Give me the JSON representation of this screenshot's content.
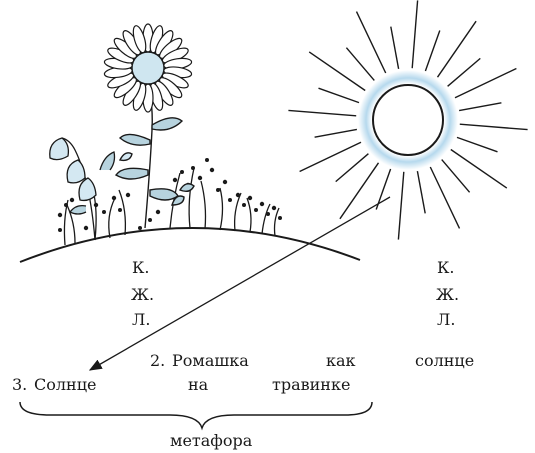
{
  "flower_side": {
    "labels": [
      "К.",
      "Ж.",
      "Л."
    ]
  },
  "sun_side": {
    "labels": [
      "К.",
      "Ж.",
      "Л."
    ]
  },
  "sentence_2": {
    "number": "2.",
    "words": [
      "Ромашка",
      "как",
      "солнце"
    ]
  },
  "sentence_3": {
    "number": "3.",
    "words": [
      "Солнце",
      "на",
      "травинке"
    ]
  },
  "brace_label": "метафора",
  "icons": [
    "daisy-flower-icon",
    "bluebell-flower-icon",
    "grass-plants-icon",
    "sun-icon",
    "arrow-icon",
    "curly-brace-icon"
  ],
  "colors": {
    "ink": "#1a1a1a",
    "daisy_center": "#cfe6f0",
    "stem_leaf": "#b7d3de",
    "bell": "#d4e8f2",
    "sun_glow": "#a9d2ea"
  }
}
